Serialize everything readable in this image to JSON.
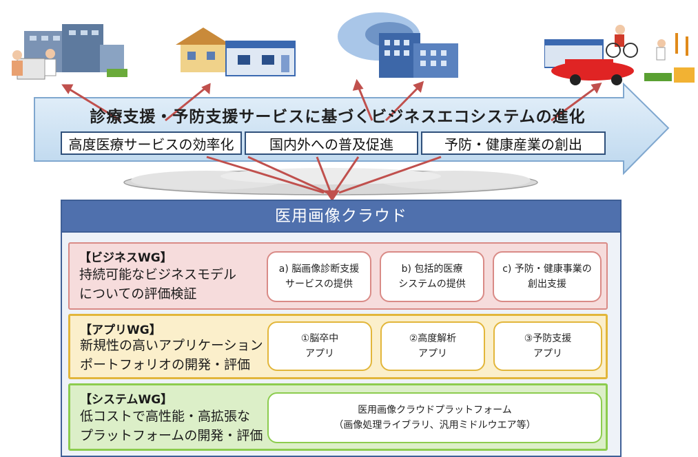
{
  "banner": {
    "title": "診療支援・予防支援サービスに基づくビジネスエコシステムの進化",
    "goals": [
      "高度医療サービスの効率化",
      "国内外への普及促進",
      "予防・健康産業の創出"
    ]
  },
  "platform": {
    "title": "医用画像クラウド",
    "groups": [
      {
        "title": "【ビジネスWG】",
        "desc": [
          "持続可能なビジネスモデル",
          "についての評価検証"
        ],
        "items": [
          "a) 脳画像診断支援\nサービスの提供",
          "b) 包括的医療\nシステムの提供",
          "c) 予防・健康事業の\n創出支援"
        ]
      },
      {
        "title": "【アプリWG】",
        "desc": [
          "新規性の高いアプリケーション",
          "ポートフォリオの開発・評価"
        ],
        "items": [
          "①脳卒中\nアプリ",
          "②高度解析\nアプリ",
          "③予防支援\nアプリ"
        ]
      },
      {
        "title": "【システムWG】",
        "desc": [
          "低コストで高性能・高拡張な",
          "プラットフォームの開発・評価"
        ],
        "items": [
          "医用画像クラウドプラットフォーム\n（画像処理ライブラリ、汎用ミドルウエア等）"
        ]
      }
    ]
  },
  "colors": {
    "arrow_fill": "#cfe3f3",
    "header_blue": "#4f70ad",
    "business_border": "#d98a86",
    "business_fill": "#f6dcdc",
    "app_border": "#e2b63a",
    "app_fill": "#fbefcb",
    "system_border": "#8ccc4e",
    "system_fill": "#dcefc8",
    "connector_red": "#c0504d"
  },
  "icons": [
    "hospital-staff-scene-icon",
    "clinic-houses-icon",
    "global-hospital-icon",
    "car-sports-lifestyle-icon"
  ]
}
